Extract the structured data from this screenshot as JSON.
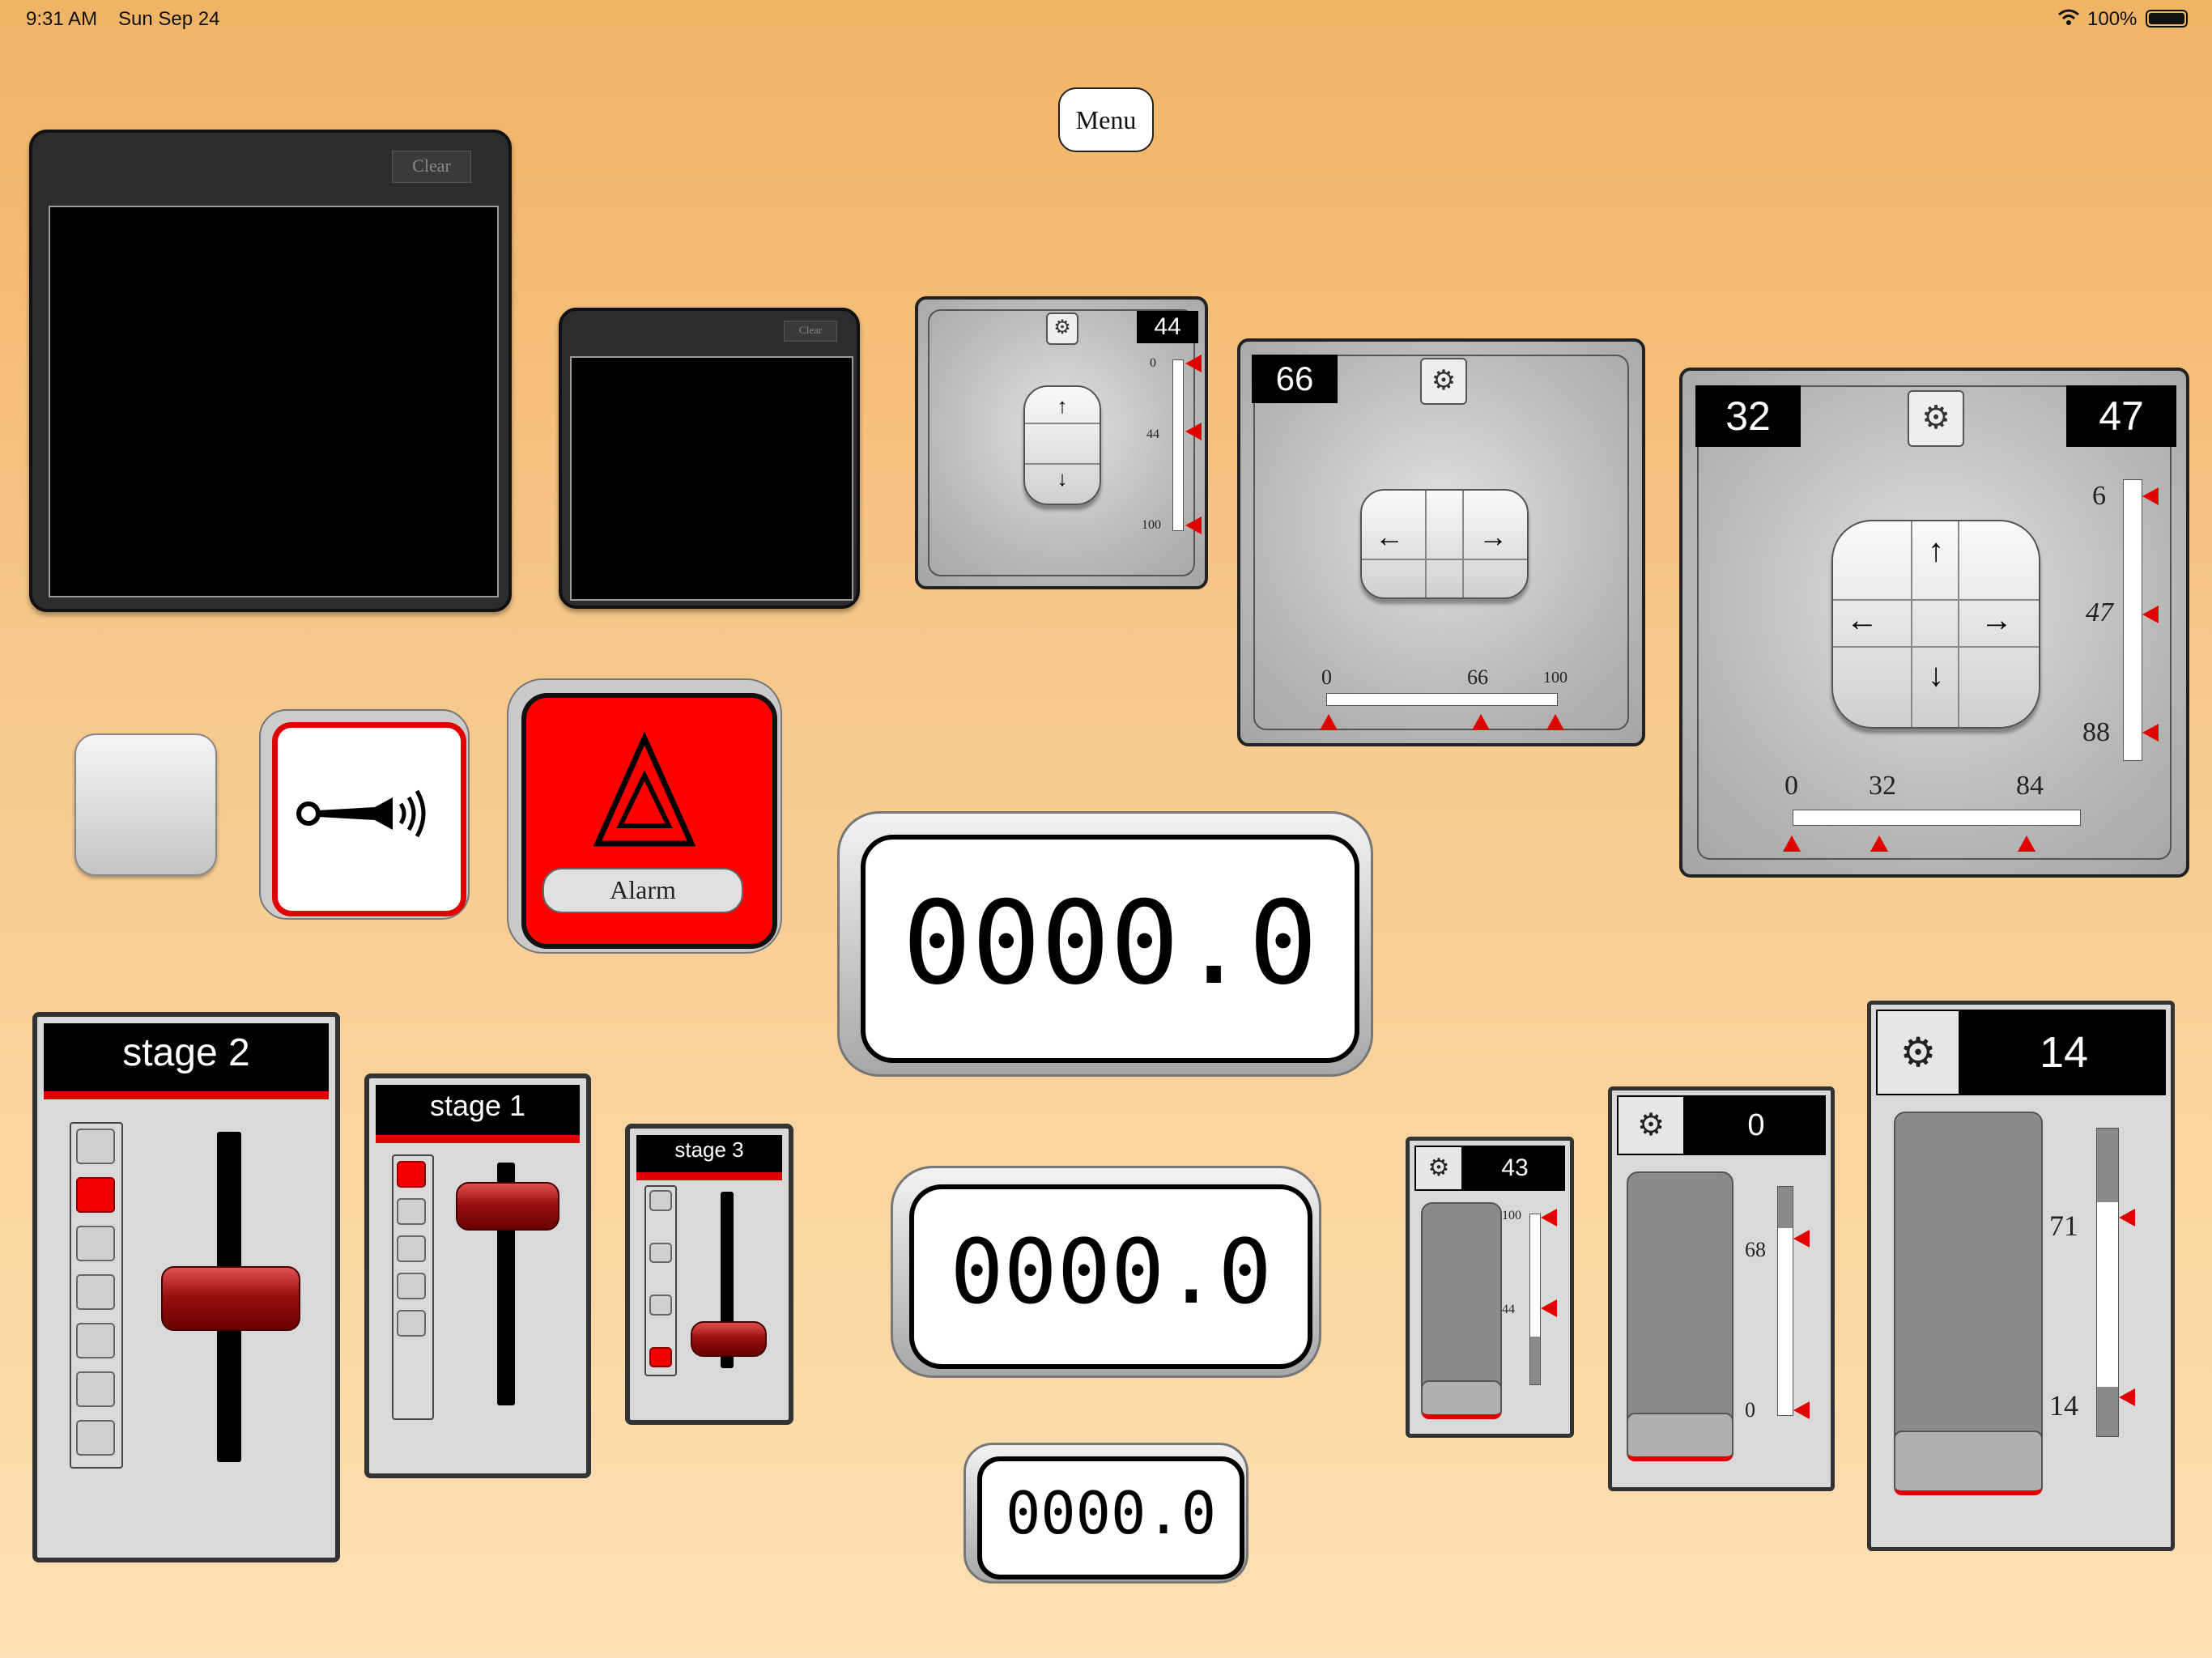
{
  "status_bar": {
    "time": "9:31 AM",
    "date": "Sun Sep 24",
    "battery": "100%"
  },
  "menu": {
    "label": "Menu"
  },
  "sketch_pads": [
    {
      "clear_label": "Clear"
    },
    {
      "clear_label": "Clear"
    }
  ],
  "joystick_small": {
    "readout": "44",
    "ticks": [
      "0",
      "44",
      "100"
    ]
  },
  "joystick_horizontal": {
    "readout": "66",
    "ticks": [
      "0",
      "66",
      "100"
    ]
  },
  "joystick_xy": {
    "readout_x": "32",
    "readout_y": "47",
    "y_ticks": [
      "6",
      "47",
      "88"
    ],
    "x_ticks": [
      "0",
      "32",
      "84"
    ]
  },
  "alarm": {
    "label": "Alarm"
  },
  "displays": [
    {
      "value": "0000.0"
    },
    {
      "value": "0000.0"
    },
    {
      "value": "0000.0"
    }
  ],
  "stages": [
    {
      "title": "stage 2",
      "lit_index": 1,
      "level": 0.5
    },
    {
      "title": "stage 1",
      "lit_index": 0,
      "level": 0.9
    },
    {
      "title": "stage 3",
      "lit_index": 3,
      "level": 0.1
    }
  ],
  "meters": [
    {
      "value": "43",
      "ticks": [
        "100",
        "44"
      ]
    },
    {
      "value": "0",
      "ticks": [
        "68",
        "0"
      ]
    },
    {
      "value": "14",
      "ticks": [
        "71",
        "14"
      ]
    }
  ],
  "colors": {
    "accent_red": "#e00000",
    "panel_dark": "#2c2c2c",
    "background_top": "#f0b466",
    "background_bottom": "#fde0b3"
  }
}
